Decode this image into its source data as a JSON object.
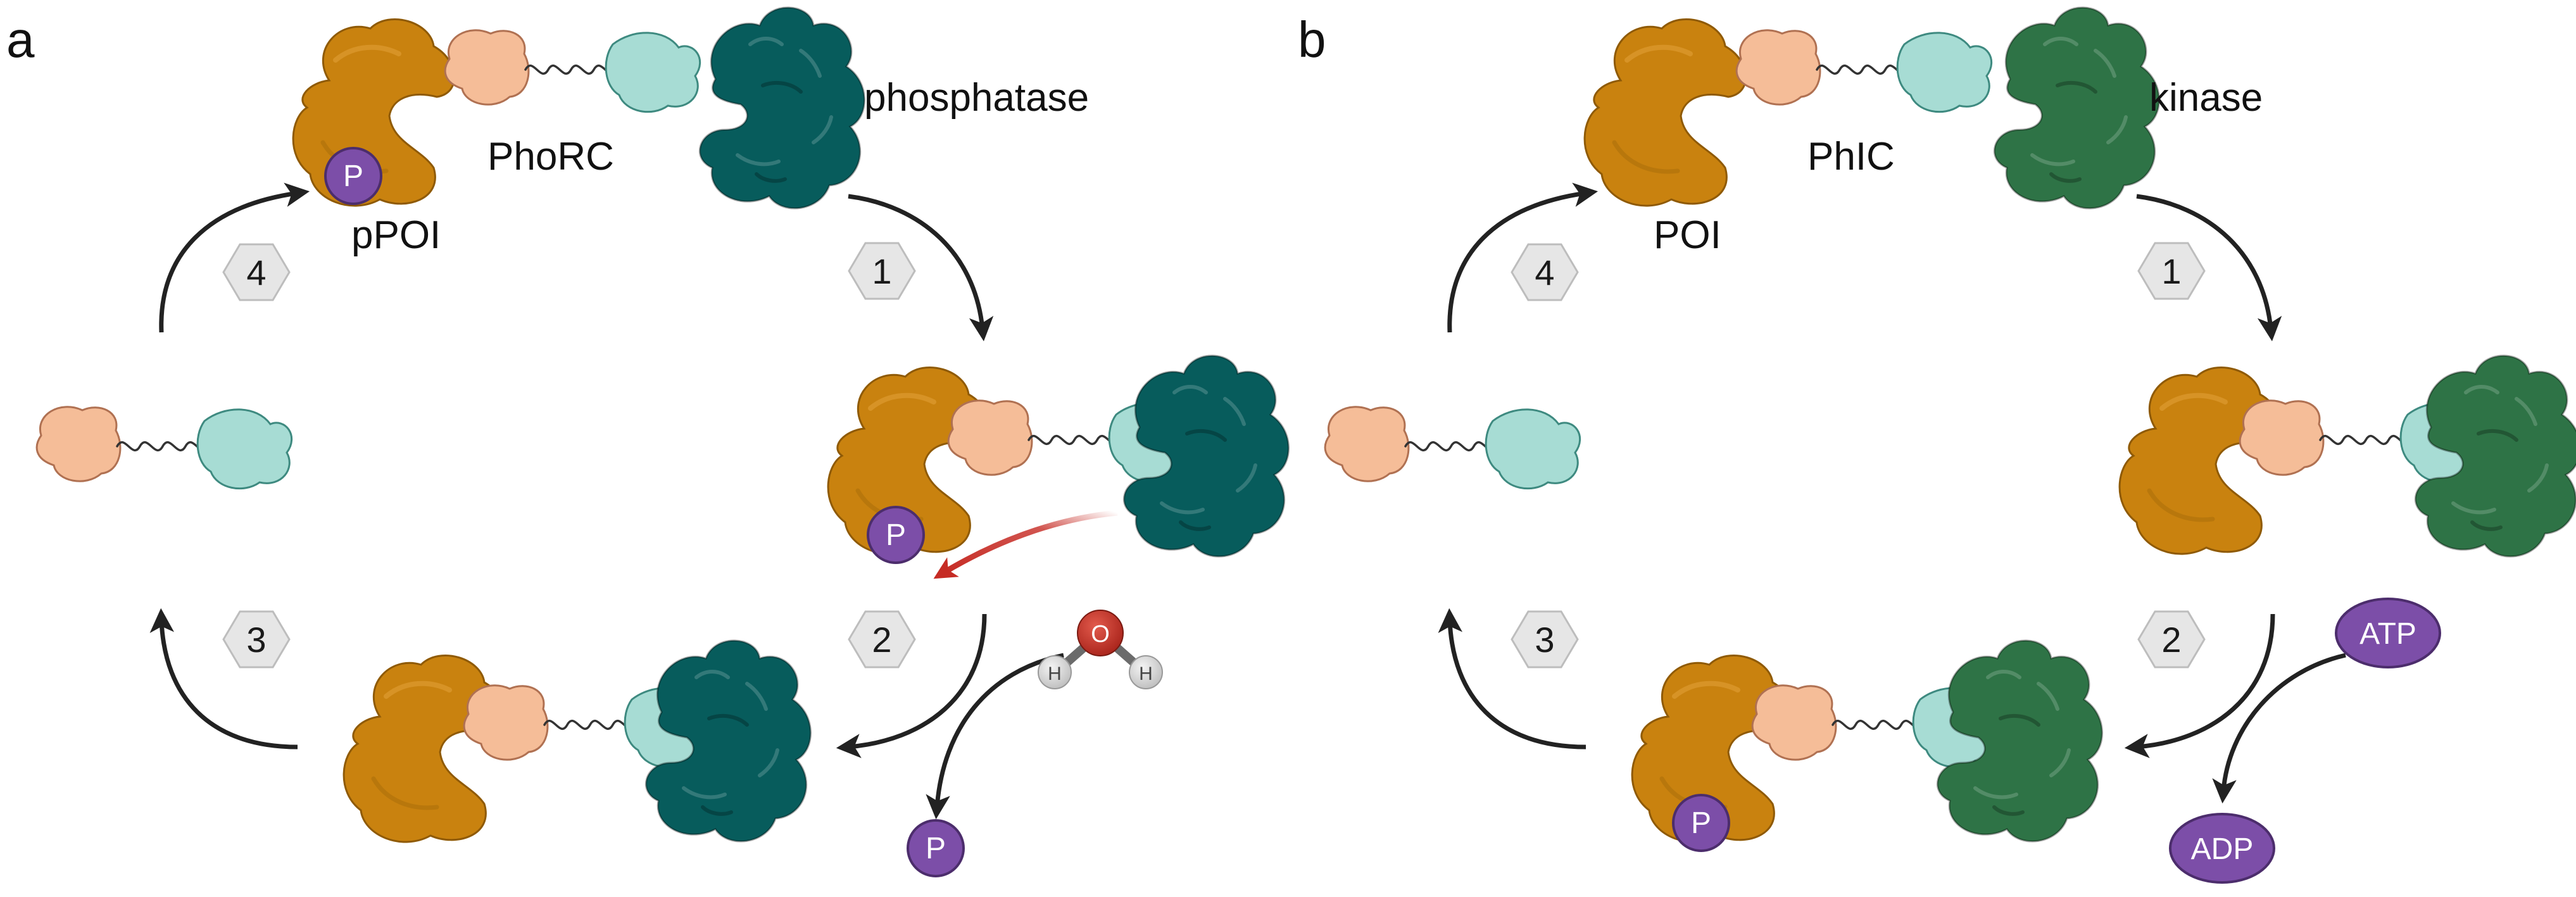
{
  "panel_a": {
    "letter": "a",
    "complex_label": "PhoRC",
    "enzyme_label": "phosphatase",
    "target_label": "pPOI",
    "phospho_symbol": "P",
    "released_phosphate": "P",
    "water": {
      "oxygen": "O",
      "hydrogen_left": "H",
      "hydrogen_right": "H"
    },
    "steps": [
      "1",
      "2",
      "3",
      "4"
    ]
  },
  "panel_b": {
    "letter": "b",
    "complex_label": "PhIC",
    "enzyme_label": "kinase",
    "target_label": "POI",
    "phospho_symbol": "P",
    "cofactor_in": "ATP",
    "cofactor_out": "ADP",
    "steps": [
      "1",
      "2",
      "3",
      "4"
    ]
  },
  "colors": {
    "poi": "#c9820f",
    "ligand_a": "#f5bd98",
    "ligand_b": "#a7dcd4",
    "phosphatase": "#075c5c",
    "kinase": "#2e7346",
    "phosphate": "#7c4ea8",
    "arrow": "#222222",
    "transfer_arrow": "#c62b24",
    "step_badge": "#e6e6e6"
  }
}
